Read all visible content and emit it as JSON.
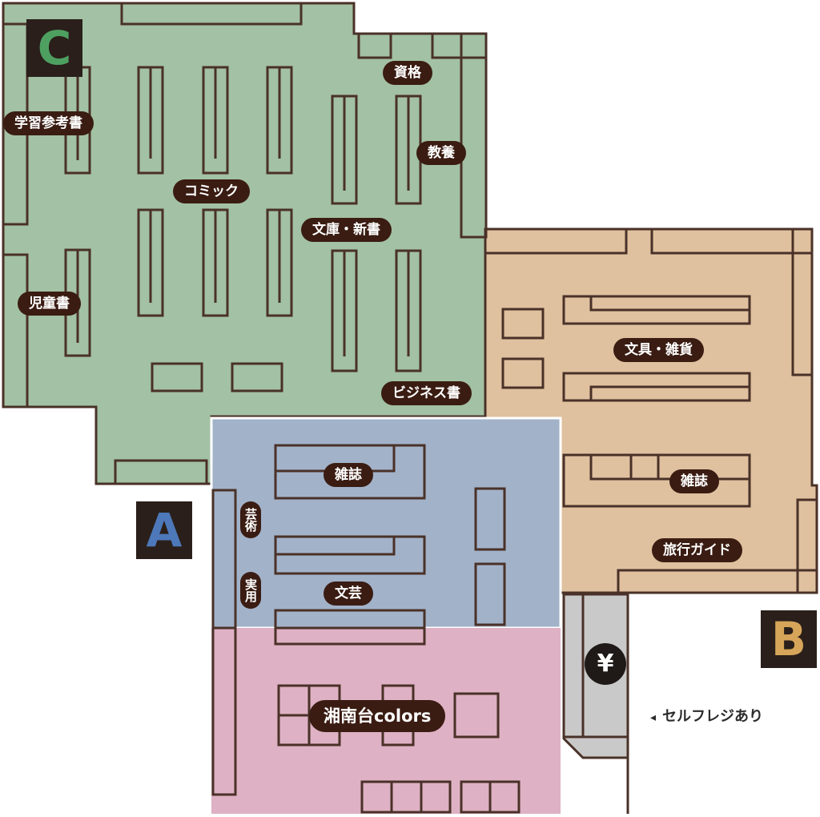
{
  "colors": {
    "zone_c_fill": "#a3c1a4",
    "zone_b_fill": "#dfc19f",
    "zone_a_fill": "#a2b2c9",
    "colors_area_fill": "#deb1c4",
    "register_fill": "#c9c9c9",
    "shelf_stroke": "#4a3128",
    "label_bg": "#3a1c12",
    "zone_c_letter": "#4ea061",
    "zone_a_letter": "#4d78b9",
    "zone_b_letter": "#d7a55a"
  },
  "zones": {
    "c": "C",
    "a": "A",
    "b": "B"
  },
  "labels": {
    "shikaku": "資格",
    "gakushu": "学習参考書",
    "kyoyo": "教養",
    "comic": "コミック",
    "bunko": "文庫・新書",
    "jidou": "児童書",
    "business": "ビジネス書",
    "bungu": "文具・雑貨",
    "zasshi_b": "雑誌",
    "ryoko": "旅行ガイド",
    "zasshi_a": "雑誌",
    "geijutsu": "芸術",
    "jitsuyo": "実用",
    "bungei": "文芸",
    "colors_area": "湘南台colors"
  },
  "register": {
    "icon": "yen-icon",
    "symbol": "¥",
    "note_arrow": "◂",
    "note": "セルフレジあり"
  }
}
